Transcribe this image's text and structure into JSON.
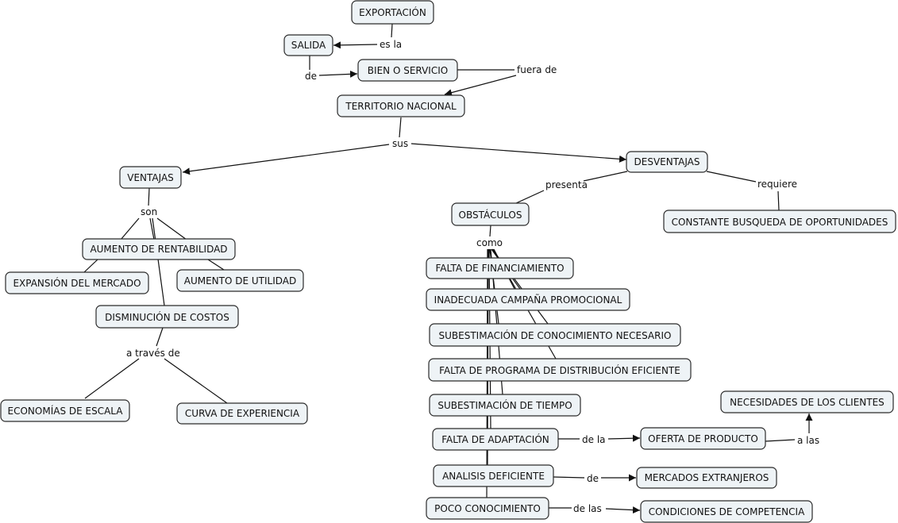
{
  "nodes": {
    "exportacion": "EXPORTACIÓN",
    "salida": "SALIDA",
    "bien_o_servicio": "BIEN O SERVICIO",
    "territorio_nacional": "TERRITORIO NACIONAL",
    "ventajas": "VENTAJAS",
    "desventajas": "DESVENTAJAS",
    "aumento_rentabilidad": "AUMENTO DE RENTABILIDAD",
    "expansion_mercado": "EXPANSIÓN DEL MERCADO",
    "aumento_utilidad": "AUMENTO DE UTILIDAD",
    "disminucion_costos": "DISMINUCIÓN DE COSTOS",
    "economias_escala": "ECONOMÍAS DE ESCALA",
    "curva_experiencia": "CURVA DE EXPERIENCIA",
    "obstaculos": "OBSTÁCULOS",
    "constante_busqueda": "CONSTANTE BUSQUEDA DE OPORTUNIDADES",
    "falta_financiamiento": "FALTA DE FINANCIAMIENTO",
    "inadecuada_campana": "INADECUADA CAMPAÑA PROMOCIONAL",
    "subestimacion_conocimiento": "SUBESTIMACIÓN DE CONOCIMIENTO NECESARIO",
    "falta_programa": "FALTA DE PROGRAMA DE DISTRIBUCIÓN EFICIENTE",
    "subestimacion_tiempo": "SUBESTIMACIÓN DE TIEMPO",
    "falta_adaptacion": "FALTA DE ADAPTACIÓN",
    "analisis_deficiente": "ANALISIS DEFICIENTE",
    "poco_conocimiento": "POCO CONOCIMIENTO",
    "oferta_producto": "OFERTA DE PRODUCTO",
    "necesidades_clientes": "NECESIDADES DE LOS CLIENTES",
    "mercados_extranjeros": "MERCADOS EXTRANJEROS",
    "condiciones_competencia": "CONDICIONES DE COMPETENCIA"
  },
  "links": {
    "es_la": "es la",
    "de_1": "de",
    "fuera_de": "fuera de",
    "sus": "sus",
    "son": "son",
    "a_traves_de": "a través de",
    "presenta": "presenta",
    "requiere": "requiere",
    "como": "como",
    "de_la": "de la",
    "a_las": "a las",
    "de_2": "de",
    "de_las": "de las"
  }
}
